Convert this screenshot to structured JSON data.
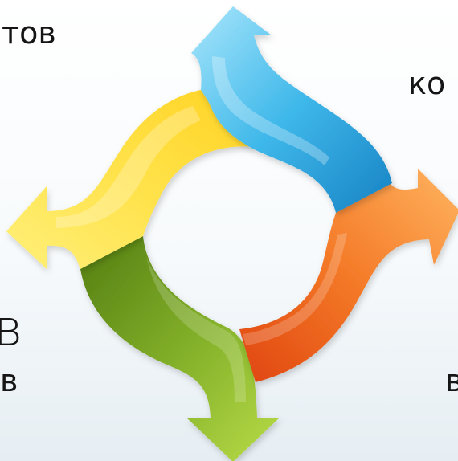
{
  "labels": {
    "top_left": "тов",
    "top_right": "ко",
    "left_big": "в",
    "left_small": "в",
    "bottom_right": "в"
  },
  "arrows": [
    {
      "name": "blue-arrow",
      "direction": "up",
      "color_light": "#a9e6fb",
      "color_mid": "#3fb8ea",
      "color_dark": "#1782c4"
    },
    {
      "name": "orange-arrow",
      "direction": "right",
      "color_light": "#ffb45f",
      "color_mid": "#f47a28",
      "color_dark": "#e0450f"
    },
    {
      "name": "green-arrow",
      "direction": "down",
      "color_light": "#b9dc48",
      "color_mid": "#86b32b",
      "color_dark": "#537e12"
    },
    {
      "name": "yellow-arrow",
      "direction": "left",
      "color_light": "#fff07a",
      "color_mid": "#ffd323",
      "color_dark": "#e8b700"
    }
  ]
}
